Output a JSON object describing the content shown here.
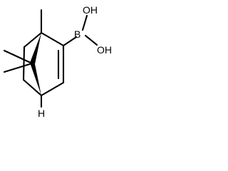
{
  "molecule": {
    "atoms": {
      "boron": "B",
      "hydroxyl_upper": "OH",
      "hydroxyl_lower": "OH",
      "bridgehead_hydrogen": "H"
    }
  },
  "colors": {
    "bond": "#000000",
    "background": "#ffffff"
  }
}
